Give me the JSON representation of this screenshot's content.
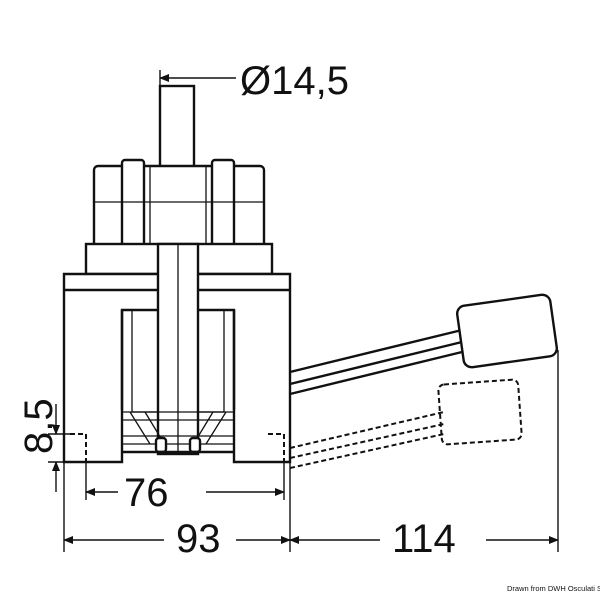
{
  "dimensions": {
    "diameter": "Ø14,5",
    "height": "8,5",
    "inner_width": "76",
    "outer_width": "93",
    "lead_length": "114"
  },
  "credit": "Drawn from DWH Osculati Srl",
  "colors": {
    "ink": "#111111",
    "paper": "#ffffff"
  }
}
